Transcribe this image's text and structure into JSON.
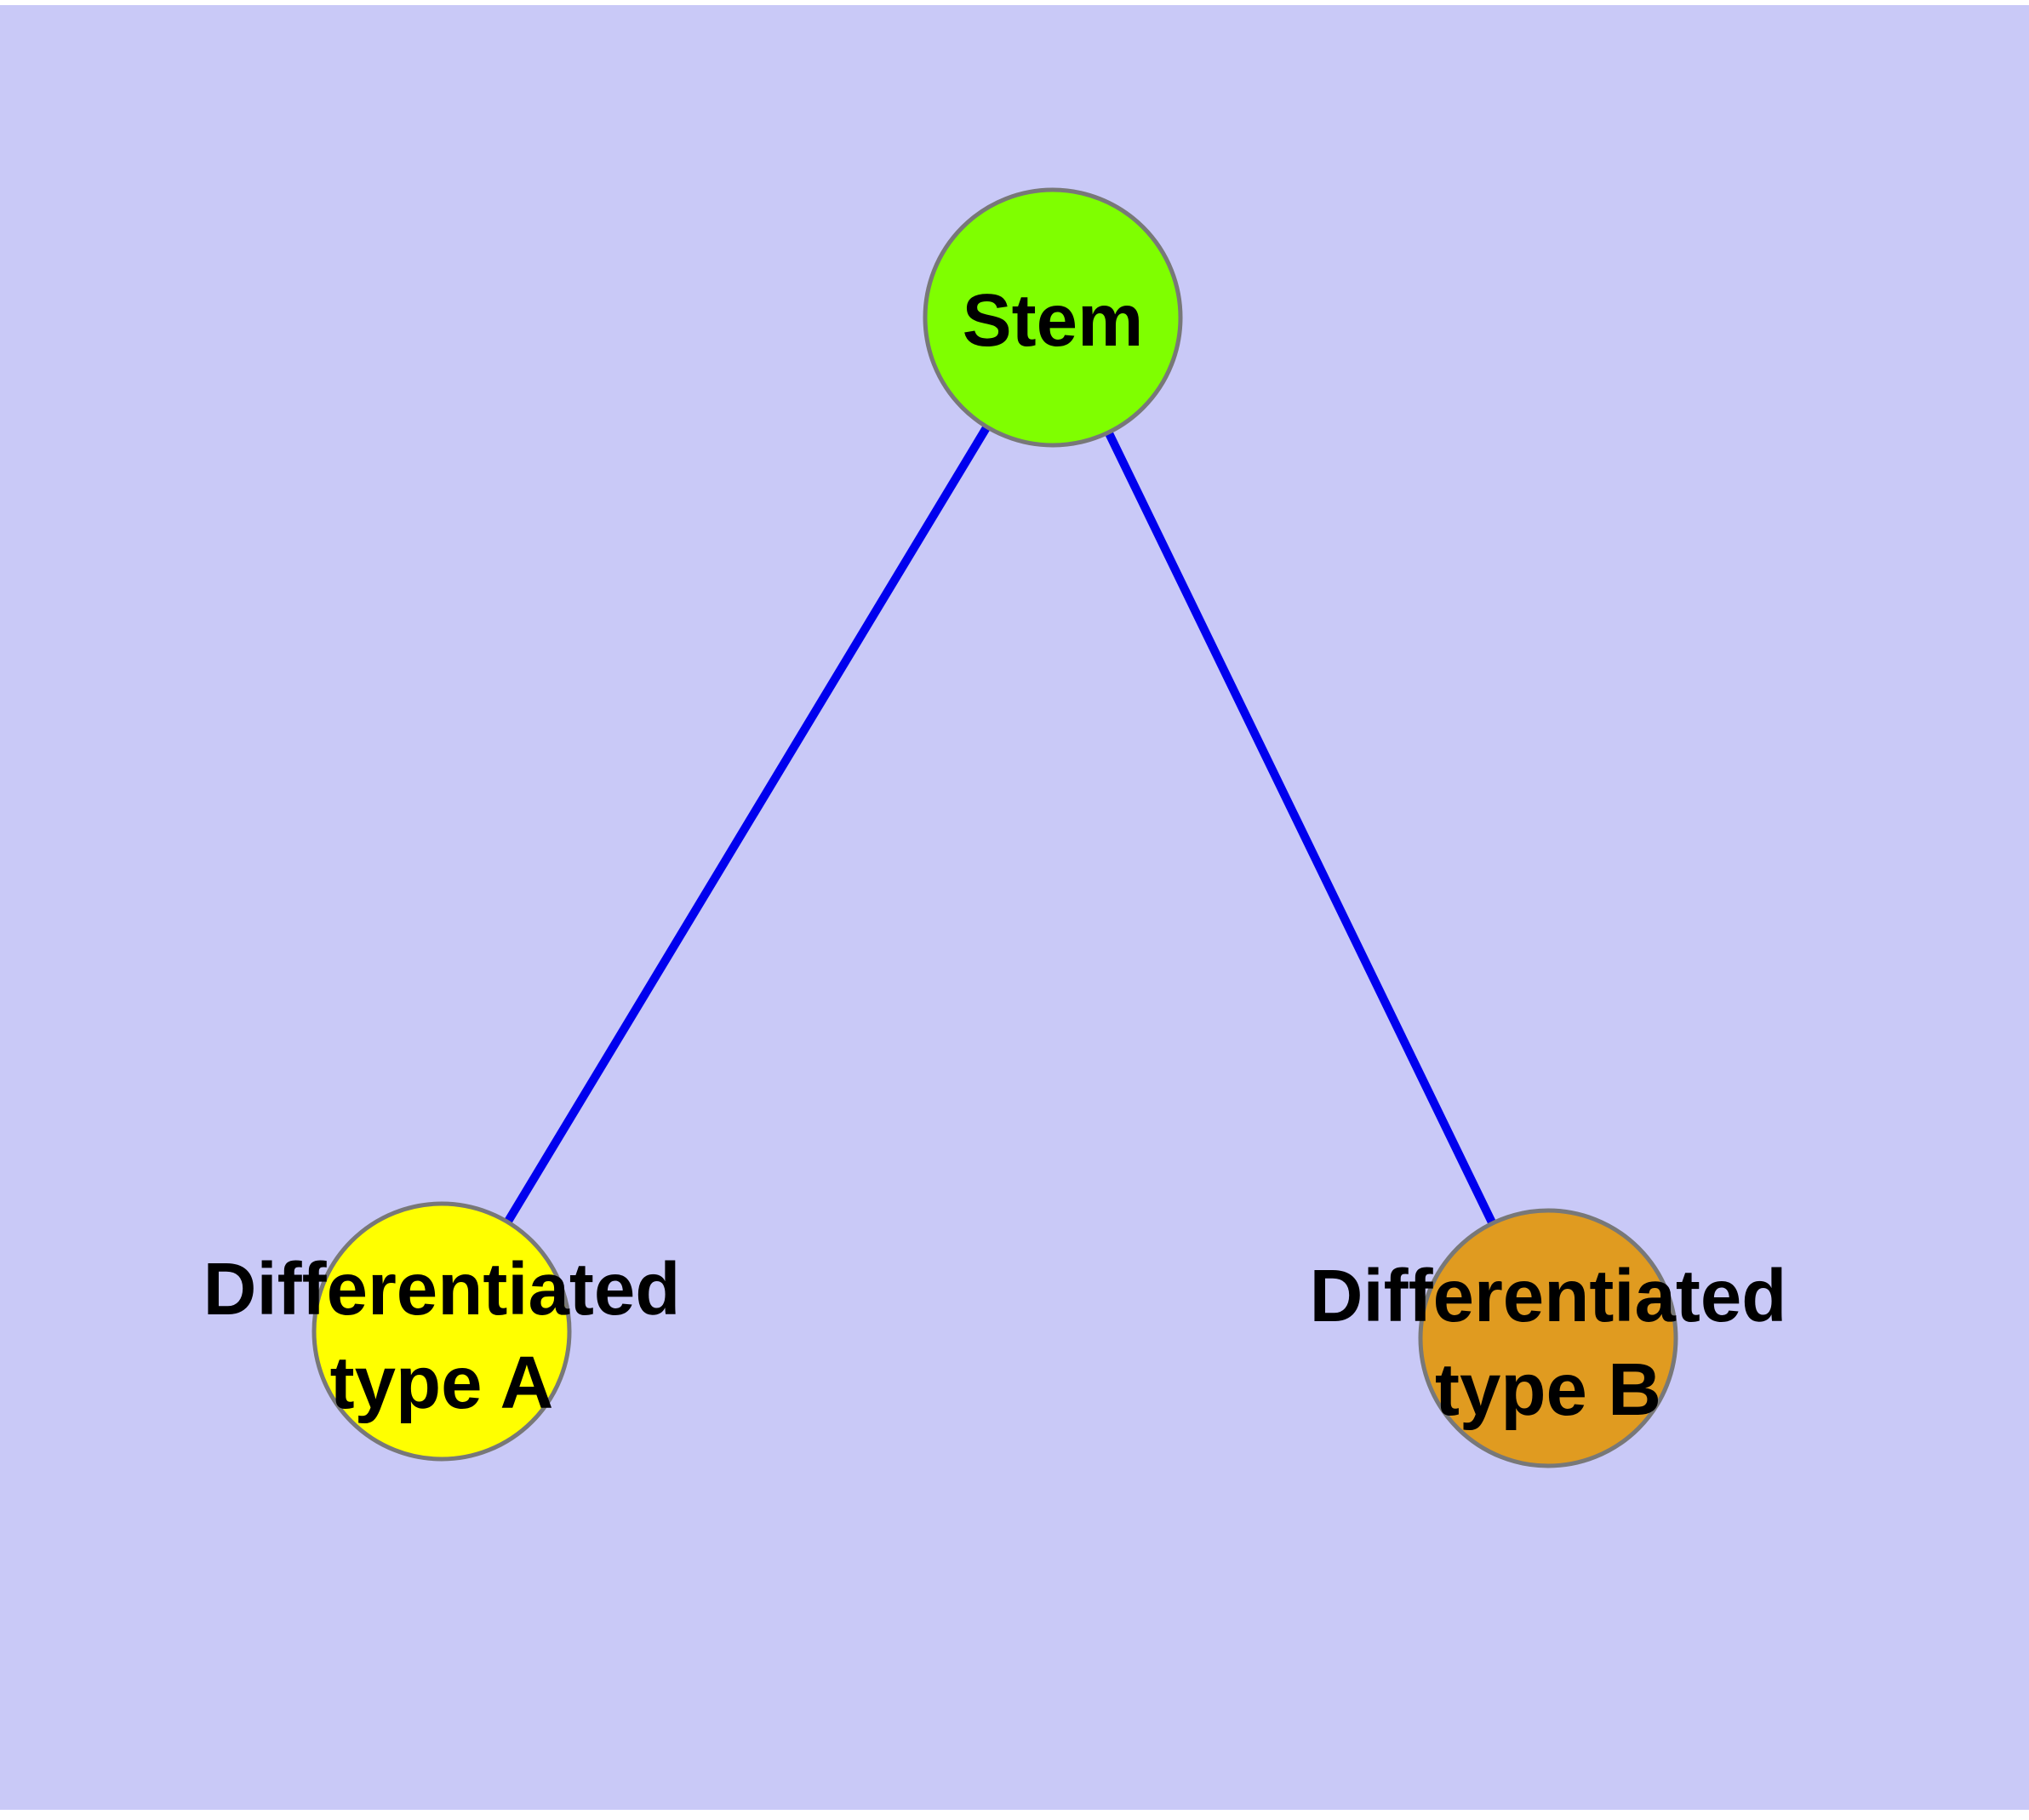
{
  "diagram": {
    "title": "Stem cell differentiation graph",
    "canvas_background": "#C9C9F7",
    "page_background": "#FFFFFF",
    "edge_color": "#0000EE",
    "node_border_color": "#787878",
    "text_color": "#000000",
    "nodes": [
      {
        "id": "stem",
        "label": "Stem",
        "lines": [
          "Stem"
        ],
        "fill": "#7FFF00",
        "shape": "circle"
      },
      {
        "id": "differentiated-type-a",
        "label": "Differentiated type A",
        "lines": [
          "Differentiated",
          "type A"
        ],
        "fill": "#FFFF00",
        "shape": "circle"
      },
      {
        "id": "differentiated-type-b",
        "label": "Differentiated type B",
        "lines": [
          "Differentiated",
          "type B"
        ],
        "fill": "#E09B20",
        "shape": "circle"
      }
    ],
    "edges": [
      {
        "from": "Stem",
        "to": "Differentiated type A"
      },
      {
        "from": "Stem",
        "to": "Differentiated type B"
      }
    ]
  }
}
